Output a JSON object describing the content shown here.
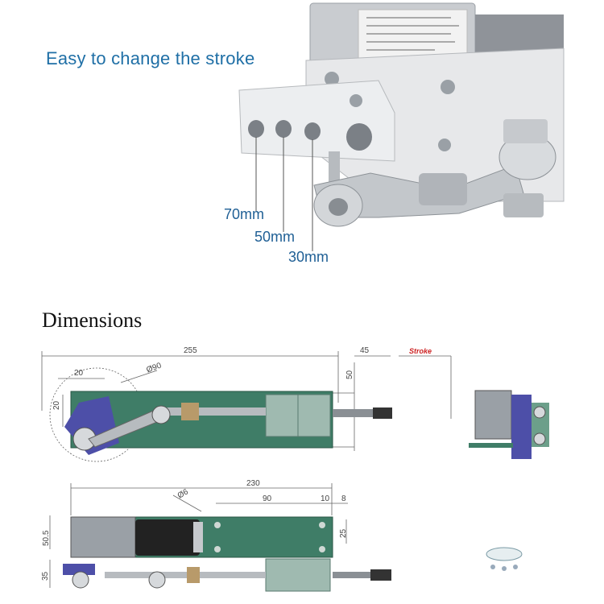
{
  "photo": {
    "caption": "Easy to change the stroke",
    "hole_labels": [
      "70mm",
      "50mm",
      "30mm"
    ]
  },
  "drawing": {
    "title": "Dimensions",
    "top_view": {
      "length": "255",
      "extension": "45",
      "stroke_label": "Stroke",
      "height": "50",
      "offset_x": "20",
      "offset_y": "20",
      "circle": "Ø90"
    },
    "side_view": {
      "length": "230",
      "spacing": "90",
      "gap": "10",
      "small": "8",
      "hole": "Ø6",
      "height_a": "50.5",
      "height_b": "35",
      "height_c": "25"
    }
  },
  "colors": {
    "caption": "#1f6fa6",
    "plate": "#3f7d67",
    "stroke_text": "#cc2222"
  }
}
